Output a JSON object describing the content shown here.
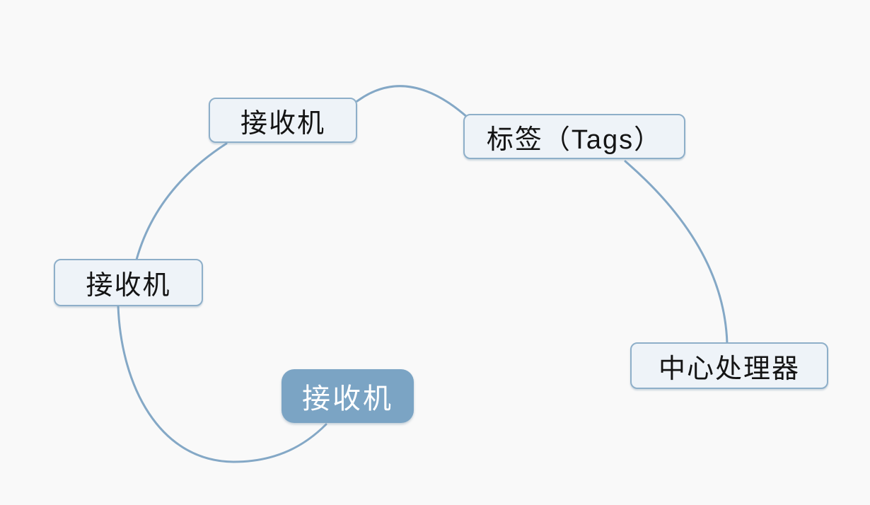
{
  "diagram": {
    "type": "mind-map-circular",
    "colors": {
      "background": "#f9f9f9",
      "line": "#84a8c6",
      "light_node_fill": "#eef3f8",
      "light_node_border": "#8eafc9",
      "light_node_text": "#141414",
      "dark_node_fill": "#7ba4c4",
      "dark_node_text": "#ffffff"
    },
    "nodes": [
      {
        "id": "receiver-top",
        "label": "接收机",
        "style": "light"
      },
      {
        "id": "tags",
        "label": "标签（Tags）",
        "style": "light"
      },
      {
        "id": "receiver-left",
        "label": "接收机",
        "style": "light"
      },
      {
        "id": "central-processor",
        "label": "中心处理器",
        "style": "light"
      },
      {
        "id": "receiver-main",
        "label": "接收机",
        "style": "dark"
      }
    ],
    "connections": [
      {
        "from": "receiver-top",
        "to": "tags"
      },
      {
        "from": "tags",
        "to": "central-processor"
      },
      {
        "from": "receiver-top",
        "to": "receiver-left"
      },
      {
        "from": "receiver-left",
        "to": "receiver-main"
      }
    ]
  }
}
